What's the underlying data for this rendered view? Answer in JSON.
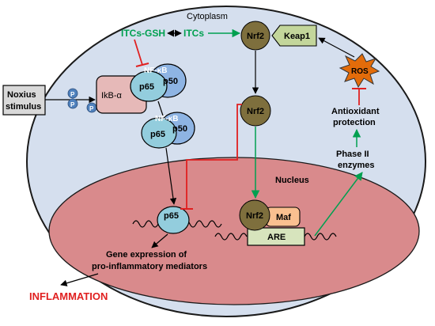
{
  "compartments": {
    "cytoplasm": "Cytoplasm",
    "nucleus": "Nucleus"
  },
  "inputs": {
    "noxius_line1": "Noxius",
    "noxius_line2": "stimulus",
    "phospho": "P"
  },
  "nfkb_complex": {
    "ikb": "IkB-α",
    "p65": "p65",
    "p50": "p50",
    "nfkb": "NF-κB"
  },
  "itcs": {
    "gsh": "ITCs-GSH",
    "itcs": "ITCs"
  },
  "nrf2_pathway": {
    "nrf2": "Nrf2",
    "keap1": "Keap1",
    "ros": "ROS",
    "antioxidant_line1": "Antioxidant",
    "antioxidant_line2": "protection",
    "phase2_line1": "Phase II",
    "phase2_line2": "enzymes",
    "maf": "Maf",
    "are": "ARE"
  },
  "outputs": {
    "gene_line1": "Gene expression of",
    "gene_line2": "pro-inflammatory mediators",
    "inflammation": "INFLAMMATION"
  },
  "colors": {
    "cell_fill": "#d5dfee",
    "nucleus_fill": "#d98a8c",
    "nrf2_fill": "#7e6f3d",
    "keap1_fill": "#c3d69b",
    "ros_fill": "#e36c0a",
    "p65_fill": "#93cddd",
    "p50_fill": "#8eb4e3",
    "ikb_fill": "#e6b9b8",
    "maf_fill": "#fac090",
    "are_fill": "#d7e4bd",
    "activation_green": "#00a050",
    "inhibition_red": "#e02020",
    "inflammation_red": "#e02020"
  }
}
